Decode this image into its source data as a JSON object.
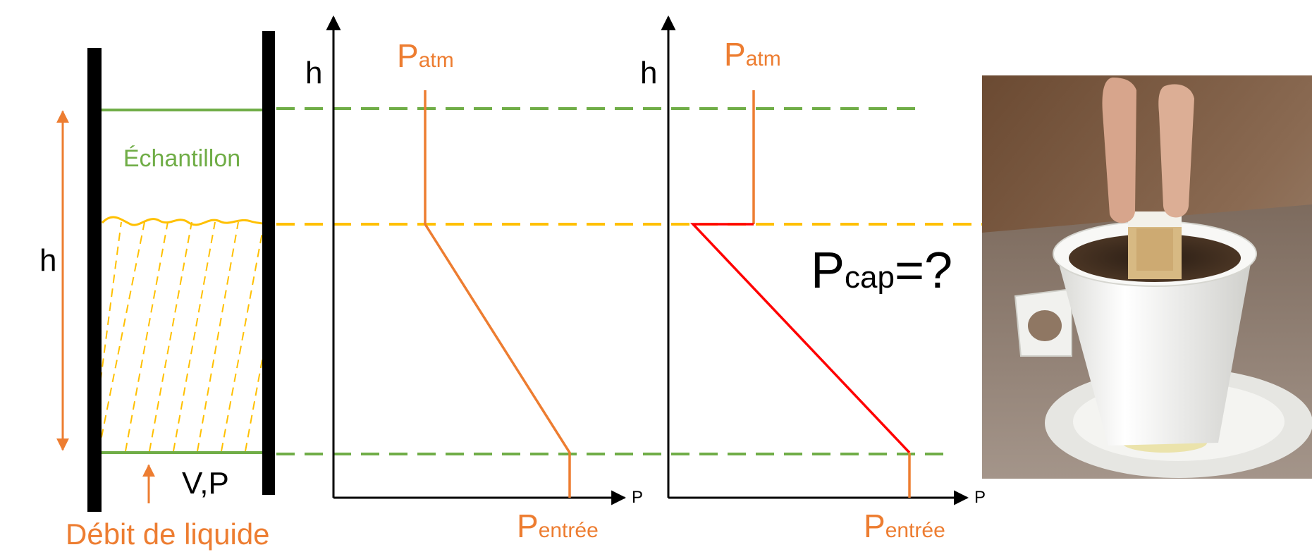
{
  "labels": {
    "sample": "Échantillon",
    "height_column": "h",
    "velocity_pressure": "V,P",
    "liquid_flow": "Débit de liquide",
    "pcap_base": "P",
    "pcap_sub": "cap",
    "pcap_suffix": "=?"
  },
  "graph_left": {
    "y_axis_label": "h",
    "x_axis_label": "P",
    "patm_base": "P",
    "patm_sub": "atm",
    "pentree_base": "P",
    "pentree_sub": "entrée"
  },
  "graph_right": {
    "y_axis_label": "h",
    "x_axis_label": "P",
    "patm_base": "P",
    "patm_sub": "atm",
    "pentree_base": "P",
    "pentree_sub": "entrée"
  },
  "photo": {
    "subject": "sugar-cube-dipped-in-coffee-cup"
  },
  "colors": {
    "orange": "#ED7D31",
    "green": "#70AD47",
    "yellow": "#FFC000",
    "red": "#FF0000",
    "black": "#000000"
  }
}
